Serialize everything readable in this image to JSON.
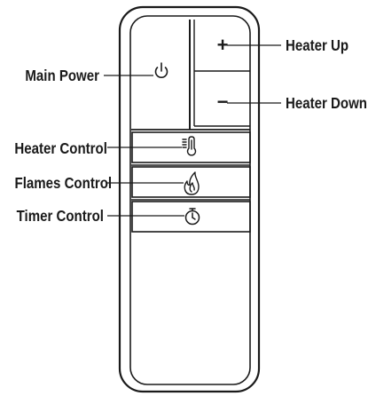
{
  "labels": {
    "main_power": "Main Power",
    "heater_up": "Heater Up",
    "heater_down": "Heater Down",
    "heater_control": "Heater Control",
    "flames_control": "Flames Control",
    "timer_control": "Timer Control"
  },
  "buttons": {
    "plus_symbol": "+",
    "minus_symbol": "−"
  },
  "icons": {
    "power": "power-icon",
    "heater": "thermometer-icon",
    "flame": "flame-icon",
    "timer": "timer-icon"
  },
  "colors": {
    "stroke": "#1a1a1a",
    "background": "#ffffff"
  }
}
